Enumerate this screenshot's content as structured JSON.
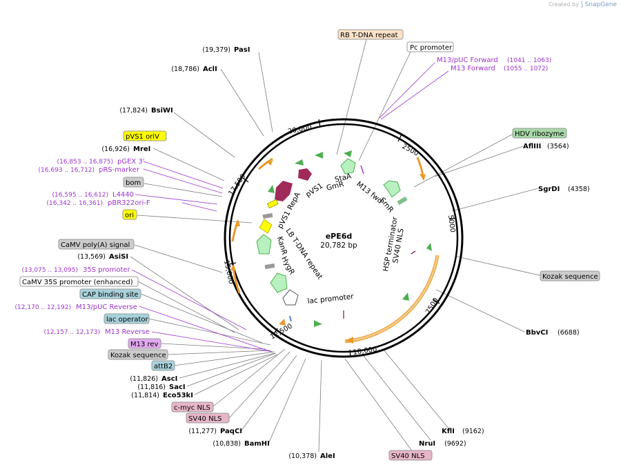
{
  "credit": {
    "prefix": "Created by",
    "brand": "SnapGene"
  },
  "plasmid": {
    "name": "ePE6d",
    "size": "20,782 bp"
  },
  "ticks": [
    "20,000",
    "2500",
    "5000",
    "7500",
    "10,000",
    "12,500",
    "15,000",
    "17,500"
  ],
  "enzymes": [
    {
      "name": "PasI",
      "pos": "(19,379)"
    },
    {
      "name": "AclI",
      "pos": "(18,786)"
    },
    {
      "name": "BsiWI",
      "pos": "(17,824)"
    },
    {
      "name": "MreI",
      "pos": "(16,926)"
    },
    {
      "name": "AsiSI",
      "pos": "(13,569)"
    },
    {
      "name": "AscI",
      "pos": "(11,826)"
    },
    {
      "name": "SacI",
      "pos": "(11,816)"
    },
    {
      "name": "Eco53kI",
      "pos": "(11,814)"
    },
    {
      "name": "PaqCI",
      "pos": "(11,277)"
    },
    {
      "name": "BamHI",
      "pos": "(10,838)"
    },
    {
      "name": "AleI",
      "pos": "(10,378)"
    },
    {
      "name": "NruI",
      "pos": "(9692)"
    },
    {
      "name": "KflI",
      "pos": "(9162)"
    },
    {
      "name": "BbvCI",
      "pos": "(6688)"
    },
    {
      "name": "SgrDI",
      "pos": "(4358)"
    },
    {
      "name": "AflIII",
      "pos": "(3564)"
    }
  ],
  "features": [
    {
      "name": "RB T-DNA repeat",
      "color": "#fce2c8"
    },
    {
      "name": "Pc promoter",
      "color": "#ffffff"
    },
    {
      "name": "HDV ribozyme",
      "color": "#a8d8a8"
    },
    {
      "name": "Kozak sequence",
      "color": "#cccccc"
    },
    {
      "name": "SV40 NLS",
      "color": "#e7b5c8"
    },
    {
      "name": "SV40 NLS",
      "color": "#e7b5c8"
    },
    {
      "name": "c-myc NLS",
      "color": "#e7b5c8"
    },
    {
      "name": "attB2",
      "color": "#a8d2dc"
    },
    {
      "name": "Kozak sequence",
      "color": "#cccccc"
    },
    {
      "name": "M13 rev",
      "color": "#e3a8f0"
    },
    {
      "name": "lac operator",
      "color": "#a8d2dc"
    },
    {
      "name": "CAP binding site",
      "color": "#a8d2dc"
    },
    {
      "name": "CaMV 35S promoter (enhanced)",
      "color": "#ffffff"
    },
    {
      "name": "CaMV poly(A) signal",
      "color": "#cccccc"
    },
    {
      "name": "ori",
      "color": "#ffff00"
    },
    {
      "name": "bom",
      "color": "#cccccc"
    },
    {
      "name": "pVS1 oriV",
      "color": "#ffff00"
    }
  ],
  "primers": [
    {
      "name": "M13/pUC Forward",
      "pos": "(1041 .. 1063)"
    },
    {
      "name": "M13 Forward",
      "pos": "(1055 .. 1072)"
    },
    {
      "name": "35S promoter",
      "pos": "(13,075 .. 13,095)"
    },
    {
      "name": "M13/pUC Reverse",
      "pos": "(12,170 .. 12,192)"
    },
    {
      "name": "M13 Reverse",
      "pos": "(12,157 .. 12,173)"
    },
    {
      "name": "pGEX 3'",
      "pos": "(16,853 .. 16,875)"
    },
    {
      "name": "pRS-marker",
      "pos": "(16,693 .. 16,712)"
    },
    {
      "name": "L4440",
      "pos": "(16,595 .. 16,612)"
    },
    {
      "name": "pBR322ori-F",
      "pos": "(16,342 .. 16,361)"
    }
  ],
  "inner_labels": {
    "staa": "StaA",
    "gmr": "GmR",
    "m13fwd": "M13 fwd",
    "smr": "SmR",
    "pvs1": "pVS1",
    "pvs1repa": "pVS1 RepA",
    "lb": "LB T-DNA repeat",
    "kanr": "KanR",
    "hygr": "HygR",
    "hsp": "HSP terminator",
    "sv40": "SV40 NLS",
    "lac": "lac promoter"
  }
}
